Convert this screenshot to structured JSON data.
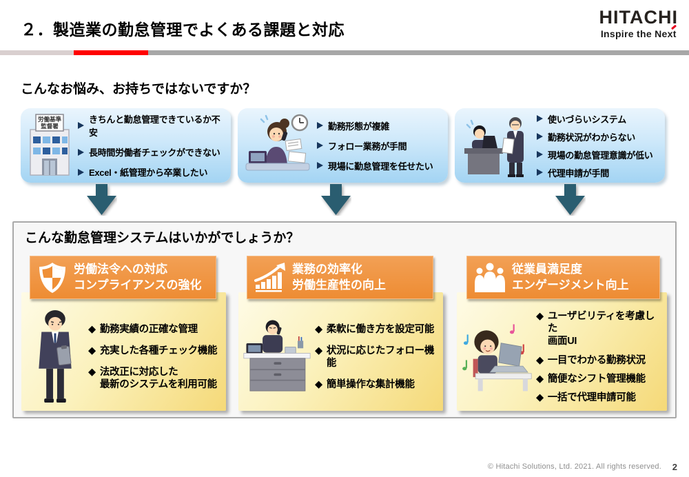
{
  "header": {
    "title": "２．製造業の勤怠管理でよくある課題と対応",
    "logo_brand": "HITACHI",
    "logo_tagline": "Inspire the Next"
  },
  "problems": {
    "heading": "こんなお悩み、お持ちではないですか？",
    "cards": [
      {
        "icon": "labor-standards-office",
        "sign_lines": [
          "労働基準",
          "監督署"
        ],
        "items": [
          "きちんと勤怠管理できているか不安",
          "長時間労働者チェックができない",
          "Excel・紙管理から卒業したい"
        ]
      },
      {
        "icon": "busy-woman-on-phone",
        "items": [
          "勤務形態が複雑",
          "フォロー業務が手間",
          "現場に勤怠管理を任せたい"
        ]
      },
      {
        "icon": "stressed-men-at-computer",
        "items": [
          "使いづらいシステム",
          "勤務状況がわからない",
          "現場の勤怠管理意識が低い",
          "代理申請が手間"
        ]
      }
    ]
  },
  "solutions": {
    "heading": "こんな勤怠管理システムはいかがでしょうか？",
    "bullet": "◆",
    "columns": [
      {
        "icon": "shield",
        "title_lines": [
          "労働法令への対応",
          "コンプライアンスの強化"
        ],
        "illustration": "man-with-clipboard",
        "items": [
          [
            "勤務実績の正確な管理"
          ],
          [
            "充実した各種チェック機能"
          ],
          [
            "法改正に対応した",
            "最新のシステムを利用可能"
          ]
        ]
      },
      {
        "icon": "growth-chart",
        "title_lines": [
          "業務の効率化",
          "労働生産性の向上"
        ],
        "illustration": "man-at-desk-on-phone",
        "items": [
          [
            "柔軟に働き方を設定可能"
          ],
          [
            "状況に応じたフォロー機能"
          ],
          [
            "簡単操作な集計機能"
          ]
        ]
      },
      {
        "icon": "employee-group",
        "title_lines": [
          "従業員満足度",
          "エンゲージメント向上"
        ],
        "illustration": "happy-woman-at-laptop",
        "items": [
          [
            "ユーザビリティを考慮した",
            "画面UI"
          ],
          [
            "一目でわかる勤務状況"
          ],
          [
            "簡便なシフト管理機能"
          ],
          [
            "一括で代理申請可能"
          ]
        ]
      }
    ]
  },
  "footer": {
    "copyright": "© Hitachi Solutions, Ltd. 2021.  All rights reserved.",
    "page_number": "2"
  }
}
